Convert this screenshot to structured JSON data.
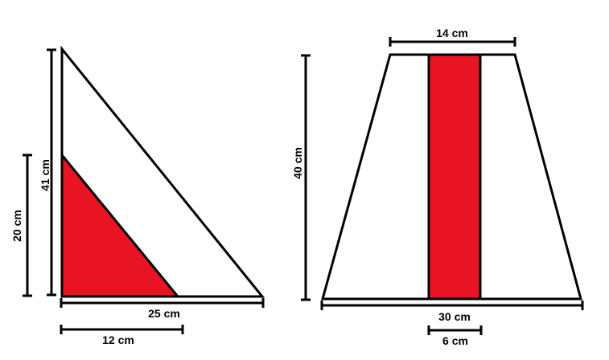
{
  "colors": {
    "shape_fill": "#ffffff",
    "outline": "#000000",
    "highlight": "#e81423"
  },
  "triangle_figure": {
    "height_label": "41 cm",
    "inner_height_label": "20 cm",
    "base_label": "25 cm",
    "inner_base_label": "12 cm"
  },
  "trapezoid_figure": {
    "top_label": "14 cm",
    "height_label": "40 cm",
    "base_label": "30 cm",
    "strip_label": "6 cm"
  }
}
